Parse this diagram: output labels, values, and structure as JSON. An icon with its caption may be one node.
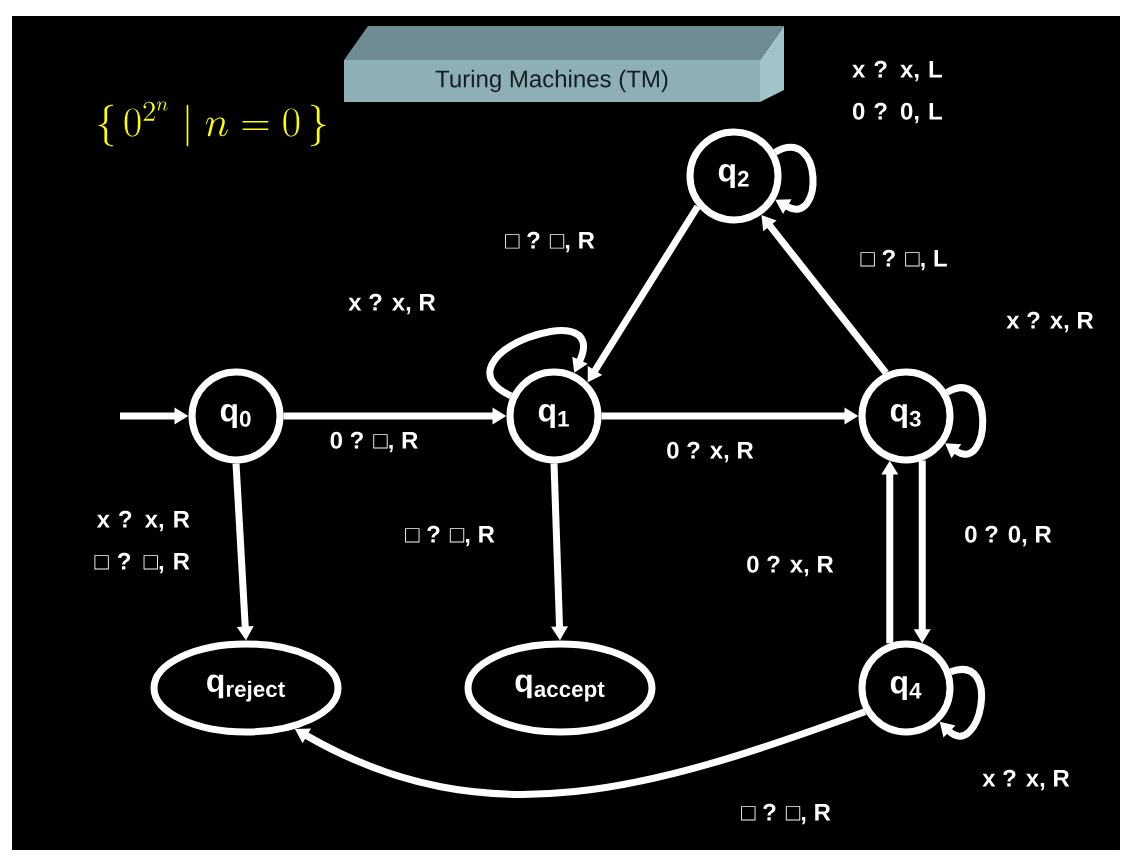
{
  "diagram": {
    "title": "Turing Machines (TM)",
    "nodes": [
      {
        "text": [
          "q$_{0}$"
        ]
      },
      {
        "text": [
          "q$_{1}$"
        ]
      },
      {
        "text": [
          "q$_{2}$"
        ]
      },
      {
        "text": [
          "q$_{3}$"
        ]
      },
      {
        "text": [
          "q$_{4}$"
        ]
      },
      {
        "text": [
          "q$_{reject}$"
        ]
      },
      {
        "text": [
          "q$_{accept}$"
        ]
      }
    ],
    "edges": [
      {
        "from": null,
        "to": 0,
        "arrow": "to"
      },
      {
        "from": 0,
        "to": 1,
        "arrow": "to",
        "label": "0 ?  □, R"
      },
      {
        "from": 1,
        "to": 1,
        "arrow": "to",
        "label": "x ?  x, R"
      },
      {
        "from": 1,
        "to": 3,
        "arrow": "to",
        "label": "0 ?  x, R"
      },
      {
        "from": 2,
        "to": 1,
        "arrow": "to",
        "label": "□ ?  □, R"
      },
      {
        "from": 2,
        "to": 2,
        "arrow": "to",
        "label": "x ?  x, L 0 ?  0, L"
      },
      {
        "from": 3,
        "to": 2,
        "arrow": "to",
        "label": "□ ?  □, L"
      },
      {
        "from": 3,
        "to": 3,
        "arrow": "to",
        "label": "x ?  x, R"
      },
      {
        "from": 0,
        "to": 5,
        "arrow": "to",
        "label": "x ?  x, R □ ?  □, R"
      },
      {
        "from": 1,
        "to": 6,
        "arrow": "to",
        "label": "□ ?  □, R"
      },
      {
        "from": 3,
        "to": 4,
        "arrow": "to",
        "label": "0 ?  0, R"
      },
      {
        "from": 4,
        "to": 3,
        "arrow": "to",
        "label": "0 ?  x, R"
      },
      {
        "from": 4,
        "to": 4,
        "arrow": "to",
        "label": "x ?  x, R"
      },
      {
        "from": 4,
        "to": 5,
        "arrow": "to",
        "label": "□ ?  □, R"
      }
    ],
    "labels": [
      "\\{\\,0^{2^{n}}\\mid n=0\\,\\}"
    ]
  }
}
